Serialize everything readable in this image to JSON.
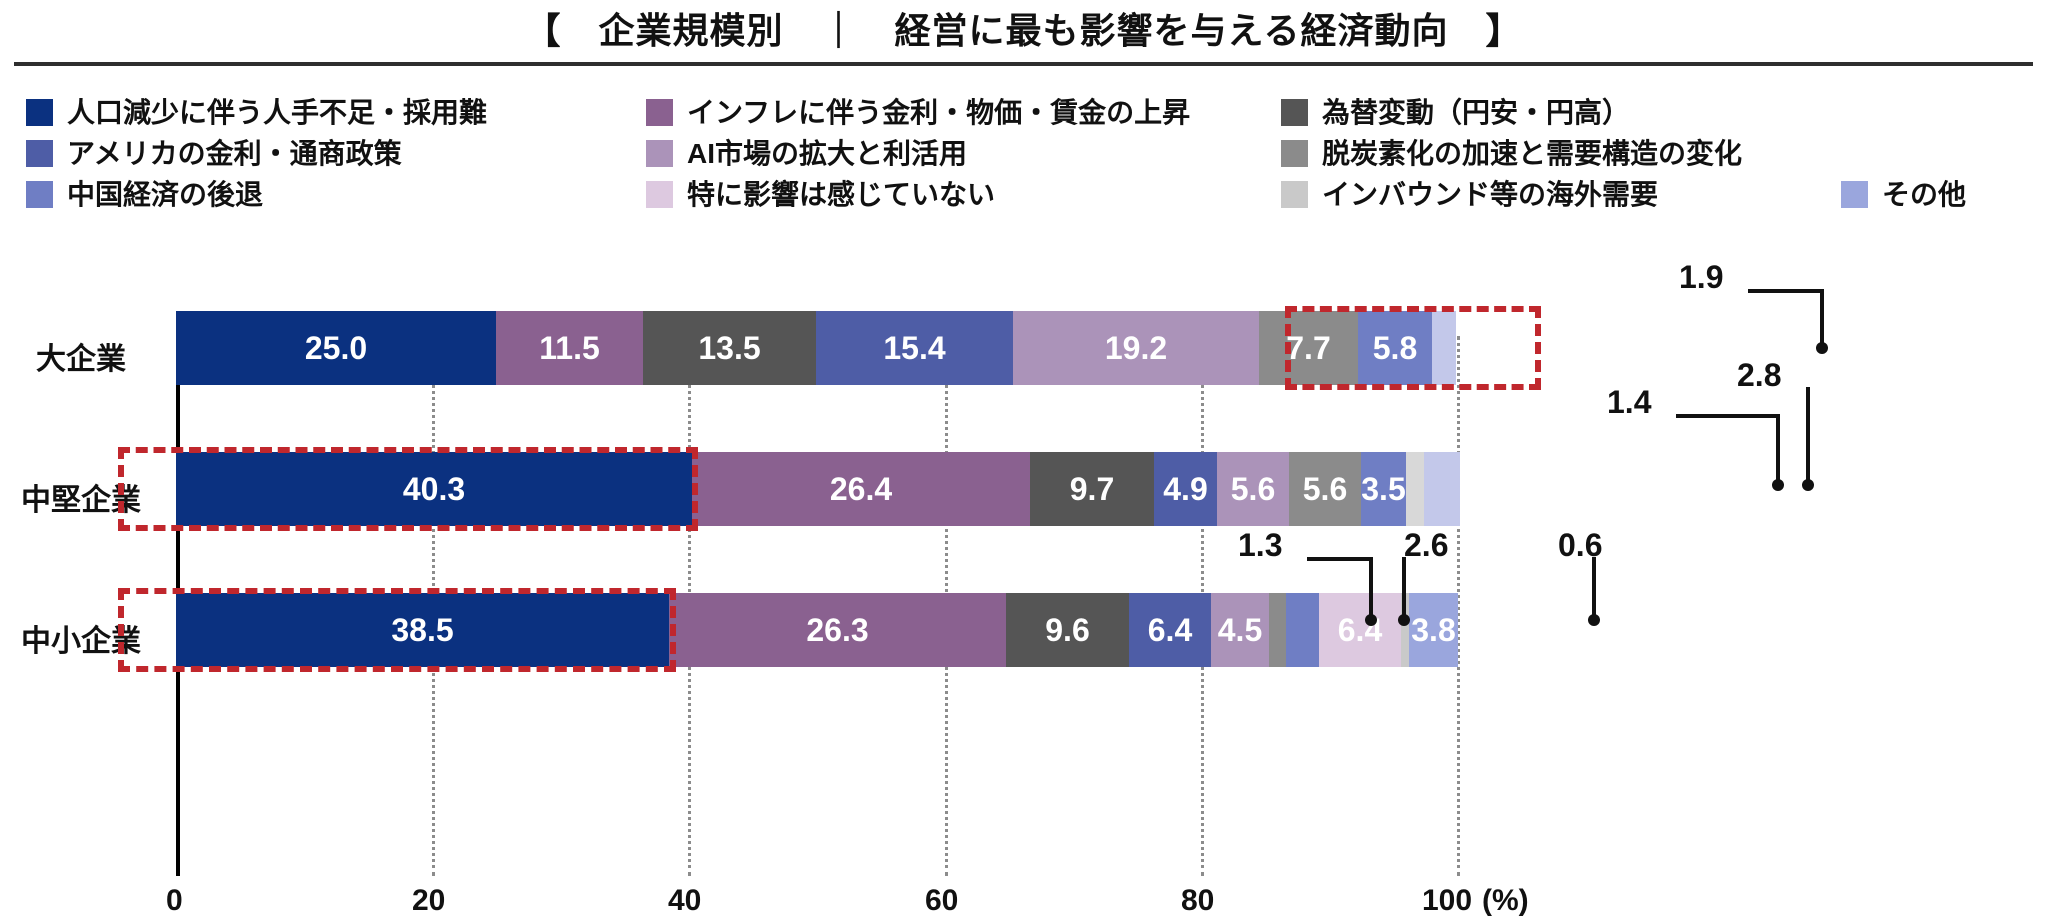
{
  "title": "【　企業規模別　｜　経営に最も影響を与える経済動向　】",
  "legend": [
    [
      {
        "label": "人口減少に伴う人手不足・採用難",
        "color": "#0b3180"
      },
      {
        "label": "インフレに伴う金利・物価・賃金の上昇",
        "color": "#8a6190"
      },
      {
        "label": "為替変動（円安・円高）",
        "color": "#555555"
      }
    ],
    [
      {
        "label": "アメリカの金利・通商政策",
        "color": "#4e5da6"
      },
      {
        "label": "AI市場の拡大と利活用",
        "color": "#ab93b9"
      },
      {
        "label": "脱炭素化の加速と需要構造の変化",
        "color": "#8b8b8b"
      }
    ],
    [
      {
        "label": "中国経済の後退",
        "color": "#6f7ec4"
      },
      {
        "label": "特に影響は感じていない",
        "color": "#ddc9e0"
      },
      {
        "label": "インバウンド等の海外需要",
        "color": "#c9c9c9"
      },
      {
        "label": "その他",
        "color": "#9aa6dd"
      }
    ]
  ],
  "chart_data": {
    "type": "bar",
    "orientation": "horizontal",
    "stacked": true,
    "normalized_percent": true,
    "title": "【　企業規模別　｜　経営に最も影響を与える経済動向　】",
    "xlabel": "(%)",
    "ylabel": "",
    "xlim": [
      0,
      100
    ],
    "xticks": [
      0,
      20,
      40,
      60,
      80,
      100
    ],
    "xticklabels": [
      "0",
      "20",
      "40",
      "60",
      "80",
      "100"
    ],
    "xaxis_unit": "(%)",
    "grid": "dotted-vertical",
    "legend_position": "top",
    "categories": [
      "大企業",
      "中堅企業",
      "中小企業"
    ],
    "series": [
      {
        "name": "人口減少に伴う人手不足・採用難",
        "color": "#0b3180",
        "values": [
          25.0,
          40.3,
          38.5
        ]
      },
      {
        "name": "インフレに伴う金利・物価・賃金の上昇",
        "color": "#8a6190",
        "values": [
          11.5,
          26.4,
          26.3
        ]
      },
      {
        "name": "為替変動（円安・円高）",
        "color": "#555555",
        "values": [
          13.5,
          9.7,
          9.6
        ]
      },
      {
        "name": "アメリカの金利・通商政策",
        "color": "#4e5da6",
        "values": [
          15.4,
          4.9,
          6.4
        ]
      },
      {
        "name": "AI市場の拡大と利活用",
        "color": "#ab93b9",
        "values": [
          19.2,
          5.6,
          4.5
        ]
      },
      {
        "name": "脱炭素化の加速と需要構造の変化",
        "color": "#8b8b8b",
        "values": [
          7.7,
          5.6,
          1.3
        ]
      },
      {
        "name": "中国経済の後退",
        "color": "#6f7ec4",
        "values": [
          5.8,
          3.5,
          2.6
        ]
      },
      {
        "name": "特に影響は感じていない",
        "color": "#ddc9e0",
        "values": [
          0.0,
          1.4,
          6.4
        ]
      },
      {
        "name": "インバウンド等の海外需要",
        "color": "#c9c9c9",
        "values": [
          0.0,
          0.0,
          0.6
        ]
      },
      {
        "name": "その他",
        "color": "#9aa6dd",
        "values": [
          1.9,
          2.8,
          3.8
        ]
      }
    ],
    "annotations": [
      {
        "text": "1.9",
        "row": "大企業",
        "series": "その他"
      },
      {
        "text": "1.4",
        "row": "中堅企業",
        "series": "特に影響は感じていない"
      },
      {
        "text": "2.8",
        "row": "中堅企業",
        "series": "その他"
      },
      {
        "text": "1.3",
        "row": "中小企業",
        "series": "脱炭素化の加速と需要構造の変化"
      },
      {
        "text": "2.6",
        "row": "中小企業",
        "series": "中国経済の後退"
      },
      {
        "text": "0.6",
        "row": "中小企業",
        "series": "インバウンド等の海外需要"
      }
    ],
    "highlights": [
      {
        "row": "大企業",
        "series": "AI市場の拡大と利活用",
        "color": "#c0272d"
      },
      {
        "row": "中堅企業",
        "series": "人口減少に伴う人手不足・採用難",
        "color": "#c0272d"
      },
      {
        "row": "中小企業",
        "series": "人口減少に伴う人手不足・採用難",
        "color": "#c0272d"
      }
    ]
  },
  "rows": [
    {
      "label": "大企業",
      "segments": [
        {
          "value": "25.0",
          "pct": 25.0,
          "color": "#0b3180",
          "show": true
        },
        {
          "value": "11.5",
          "pct": 11.5,
          "color": "#8a6190",
          "show": true
        },
        {
          "value": "13.5",
          "pct": 13.5,
          "color": "#555555",
          "show": true
        },
        {
          "value": "15.4",
          "pct": 15.4,
          "color": "#4e5da6",
          "show": true
        },
        {
          "value": "19.2",
          "pct": 19.2,
          "color": "#ab93b9",
          "show": true
        },
        {
          "value": "7.7",
          "pct": 7.7,
          "color": "#8b8b8b",
          "show": true
        },
        {
          "value": "5.8",
          "pct": 5.8,
          "color": "#6f7ec4",
          "show": true
        },
        {
          "value": "1.9",
          "pct": 1.9,
          "color": "#9aa6dd",
          "show": false
        }
      ]
    },
    {
      "label": "中堅企業",
      "segments": [
        {
          "value": "40.3",
          "pct": 40.3,
          "color": "#0b3180",
          "show": true
        },
        {
          "value": "26.4",
          "pct": 26.4,
          "color": "#8a6190",
          "show": true
        },
        {
          "value": "9.7",
          "pct": 9.7,
          "color": "#555555",
          "show": true
        },
        {
          "value": "4.9",
          "pct": 4.9,
          "color": "#4e5da6",
          "show": true
        },
        {
          "value": "5.6",
          "pct": 5.6,
          "color": "#ab93b9",
          "show": true
        },
        {
          "value": "5.6",
          "pct": 5.6,
          "color": "#8b8b8b",
          "show": true
        },
        {
          "value": "3.5",
          "pct": 3.5,
          "color": "#6f7ec4",
          "show": true
        },
        {
          "value": "1.4",
          "pct": 1.4,
          "color": "#ddc9e0",
          "show": false
        },
        {
          "value": "2.8",
          "pct": 2.8,
          "color": "#9aa6dd",
          "show": false
        }
      ]
    },
    {
      "label": "中小企業",
      "segments": [
        {
          "value": "38.5",
          "pct": 38.5,
          "color": "#0b3180",
          "show": true
        },
        {
          "value": "26.3",
          "pct": 26.3,
          "color": "#8a6190",
          "show": true
        },
        {
          "value": "9.6",
          "pct": 9.6,
          "color": "#555555",
          "show": true
        },
        {
          "value": "6.4",
          "pct": 6.4,
          "color": "#4e5da6",
          "show": true
        },
        {
          "value": "4.5",
          "pct": 4.5,
          "color": "#ab93b9",
          "show": true
        },
        {
          "value": "1.3",
          "pct": 1.3,
          "color": "#8b8b8b",
          "show": false
        },
        {
          "value": "2.6",
          "pct": 2.6,
          "color": "#6f7ec4",
          "show": false
        },
        {
          "value": "6.4",
          "pct": 6.4,
          "color": "#ddc9e0",
          "show": true
        },
        {
          "value": "0.6",
          "pct": 0.6,
          "color": "#c9c9c9",
          "show": false
        },
        {
          "value": "3.8",
          "pct": 3.8,
          "color": "#9aa6dd",
          "show": true
        }
      ]
    }
  ],
  "xaxis": {
    "ticks": [
      "0",
      "20",
      "40",
      "60",
      "80",
      "100"
    ],
    "unit": "(%)"
  },
  "callouts": [
    {
      "text": "1.9"
    },
    {
      "text": "1.4"
    },
    {
      "text": "2.8"
    },
    {
      "text": "1.3"
    },
    {
      "text": "2.6"
    },
    {
      "text": "0.6"
    }
  ]
}
